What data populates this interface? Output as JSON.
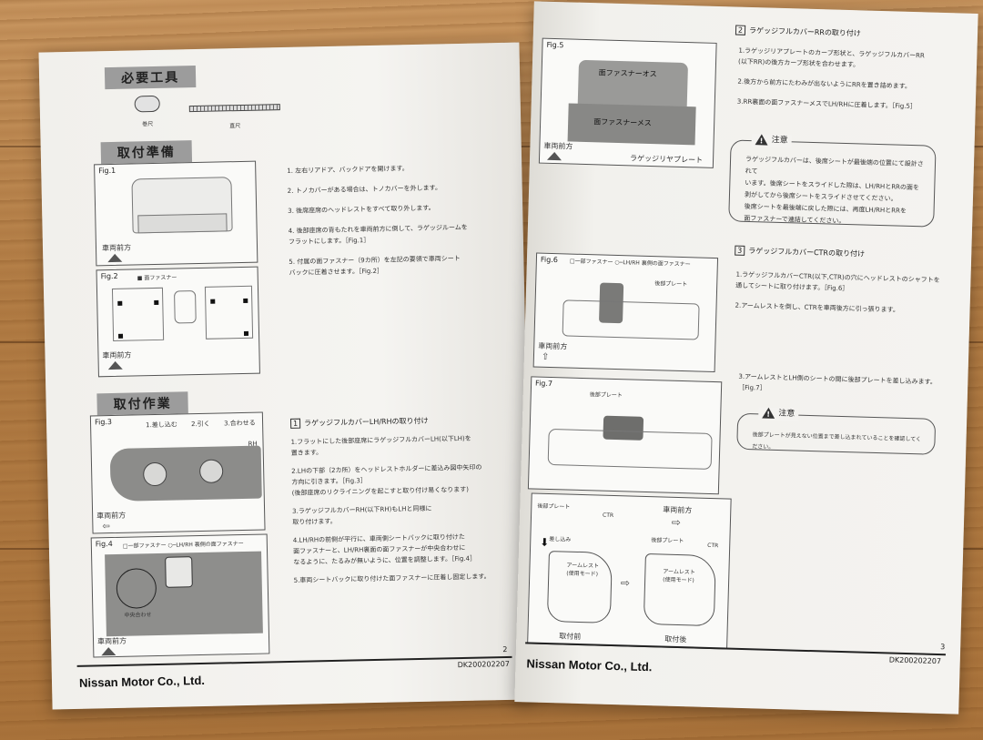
{
  "left_page": {
    "tools_title": "必要工具",
    "tool1": "巻尺",
    "tool2": "直尺",
    "prep_title": "取付準備",
    "fig1": "Fig.1",
    "fig1_dir": "車両前方",
    "fig2": "Fig.2",
    "fig2_legend": "■ 面ファスナー",
    "fig2_dir": "車両前方",
    "prep_steps": [
      "1.  左右リアドア、バックドアを開けます。",
      "2.  トノカバーがある場合は、トノカバーを外します。",
      "3.  後席座席のヘッドレストをすべて取り外します。",
      "4.  後部座席の背もたれを車両前方に倒して、ラゲッジルームを",
      "     フラットにします。［Fig.1］",
      "5.  付属の面ファスナー（9カ所）を左記の要領で車両シート",
      "     バックに圧着させます。［Fig.2］"
    ],
    "work_title": "取付作業",
    "fig3": "Fig.3",
    "fig3_steps": [
      "1.差し込む",
      "2.引く",
      "3.合わせる"
    ],
    "fig3_rh": "RH",
    "fig3_dir": "車両前方",
    "fig4": "Fig.4",
    "fig4_legend": "□一部ファスナー  ○─LH/RH 裏側の面ファスナー",
    "fig4_center": "中央合わせ",
    "fig4_dir": "車両前方",
    "step1_num": "1",
    "step1_title": "ラゲッジフルカバーLH/RHの取り付け",
    "work_steps": [
      "1.フラットにした後部座席にラゲッジフルカバーLH(以下LH)を",
      "   置きます。",
      "",
      "2.LHの下部（2カ所）をヘッドレストホルダーに差込み図中矢印の",
      "   方向に引きます。［Fig.3］",
      "   (後部座席のリクライニングを起こすと取り付け易くなります)",
      "",
      "3.ラゲッジフルカバーRH(以下RH)もLHと同様に",
      "   取り付けます。",
      "",
      "4.LH/RHの前側が平行に、車両側シートバックに取り付けた",
      "   面ファスナーと、LH/RH裏面の面ファスナーが中央合わせに",
      "   なるように、たるみが無いように、位置を調整します。［Fig.4］",
      "",
      "5.車両シートバックに取り付けた面ファスナーに圧着し固定します。"
    ],
    "page_number": "2",
    "doc_number": "DK200202207",
    "company": "Nissan Motor Co., Ltd."
  },
  "right_page": {
    "fig5": "Fig.5",
    "fig5_male": "面ファスナーオス",
    "fig5_female": "面ファスナーメス",
    "fig5_dir": "車両前方",
    "fig5_plate": "ラゲッジリヤプレート",
    "step2_num": "2",
    "step2_title": "ラゲッジフルカバーRRの取り付け",
    "step2_lines": [
      "1.ラゲッジリアプレートのカーブ形状と、ラゲッジフルカバーRR",
      "   (以下RR)の後方カーブ形状を合わせます。",
      "",
      "2.後方から前方にたわみが出ないようにRRを置き詰めます。",
      "",
      "3.RR裏面の面ファスナーメスでLH/RHに圧着します。［Fig.5］"
    ],
    "caution1_title": "注意",
    "caution1_lines": [
      "ラゲッジフルカバーは、後席シートが最後端の位置にて設計されて",
      "います。後席シートをスライドした際は、LH/RHとRRの面を",
      "剥がしてから後席シートをスライドさせてください。",
      "後席シートを最後端に戻した際には、再度LH/RHとRRを",
      "面ファスナーで連結してください。"
    ],
    "fig6": "Fig.6",
    "fig6_legend": "□一部ファスナー  ○─LH/RH 裏側の面ファスナー",
    "fig6_plate": "後部プレート",
    "fig6_dir": "車両前方",
    "step3_num": "3",
    "step3_title": "ラゲッジフルカバーCTRの取り付け",
    "step3_lines": [
      "1.ラゲッジフルカバーCTR(以下,CTR)の穴にヘッドレストのシャフトを",
      "   通してシートに取り付けます。［Fig.6］",
      "",
      "2.アームレストを倒し、CTRを車両後方に引っ張ります。"
    ],
    "step3_line3": [
      "3.アームレストとLH側のシートの間に後部プレートを差し込みます。",
      "   ［Fig.7］"
    ],
    "caution2_title": "注意",
    "caution2_text": "後部プレートが見えない位置まで差し込まれていることを確認してください。",
    "fig7": "Fig.7",
    "fig7_plate": "後部プレート",
    "fig7_labels": {
      "rear_plate_a": "後部プレート",
      "ctr_a": "CTR",
      "insert": "差し込み",
      "armrest_a": "アームレスト\n(使用モード)",
      "front": "車両前方",
      "rear_plate_b": "後部プレート",
      "ctr_b": "CTR",
      "armrest_b": "アームレスト\n(使用モード)",
      "before": "取付前",
      "after": "取付後"
    },
    "page_number": "3",
    "doc_number": "DK200202207",
    "company": "Nissan Motor Co., Ltd."
  }
}
